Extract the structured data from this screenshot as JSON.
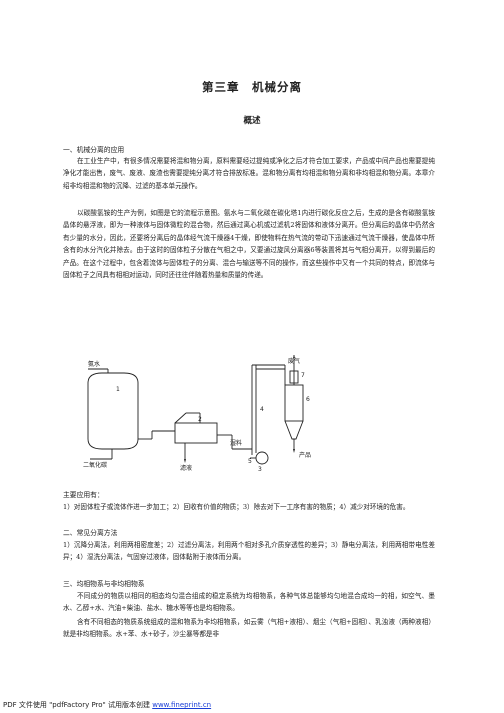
{
  "doc": {
    "title": "第三章　机械分离",
    "subtitle": "概述",
    "section1_head": "一、机械分离的应用",
    "para1": "在工业生产中，有很多情况需要将混和物分离，原料需要经过提纯或净化之后才符合加工要求，产品或中间产品也需要提纯净化才能出售，废气、废液、废渣也需要提纯分离才符合排放标准。混和物分离有均相混和物分离和非均相混和物分离。本章介绍非均相混和物的沉降、过滤的基本单元操作。",
    "para2": "以碳酸氢铵的生产为例，如图是它的流程示意图。氨水与二氧化碳在碳化塔1内进行碳化反应之后，生成的是含有碳酸氢铵晶体的悬浮液，即为一种液体与固体微粒的混合物，然后通过离心机或过滤机2将固体和液体分离开。但分离后的晶体中仍然含有少量的水分，因此，还要将分离后的晶体经气流干燥器4干燥，即使物料在热气流的带动下迅速通过气流干燥器，使晶体中所含有的水分汽化并除去。由于这时的固体粒子分散在气相之中，又要通过旋风分离器6等装置将其与气相分离开，以得到最后的产品。在这个过程中，包含着流体与固体粒子的分离、混合与输送等不同的操作，而这些操作中又有一个共同的特点，即流体与固体粒子之间具有相相对运动，同时还往往伴随着热量和质量的传递。",
    "applications_head": "主要应用有：",
    "applications": "1）对固体粒子或流体作进一步加工；2）回收有价值的物质；3）除去对下一工序有害的物质；4）减少对环境的危害。",
    "section2_head": "二、常见分离方法",
    "methods": "1）沉降分离法，利用两相密度差；2）过滤分离法，利用两个相对多孔介质穿透性的差异；3）静电分离法，利用两相带电性差异；4）湿洗分离法，气固穿过液体，固体黏附于液体而分离。",
    "section3_head": "三、均相物系与非均相物系",
    "para3": "不同成分的物质以相同的相态均匀混合组成的稳定系统为均相物系，各种气体总能够均匀地混合成均一的相，如空气、墨水、乙醇+水、汽油+柴油、盐水、糖水等等也是均相物系。",
    "para4": "含有不同相态的物质系统组成的混和物系为非均相物系，如云雾（气相+液相）、烟尘（气相+固相）、乳浊液（两种液相）就是非均相物系。水+苯、水+砂子，沙尘暴等都是非",
    "footer_prefix": "PDF 文件使用 \"pdfFactory Pro\" 试用版本创建 ",
    "footer_link": "www.fineprint.cn"
  },
  "diagram": {
    "labels": {
      "ammonia_water": "氨水",
      "co2": "二氧化碳",
      "filtrate": "滤液",
      "exhaust": "废气",
      "product": "产品",
      "wet_material": "湿料",
      "n1": "1",
      "n2": "2",
      "n3": "3",
      "n4": "4",
      "n5": "5",
      "n6": "6",
      "n7": "7"
    }
  }
}
